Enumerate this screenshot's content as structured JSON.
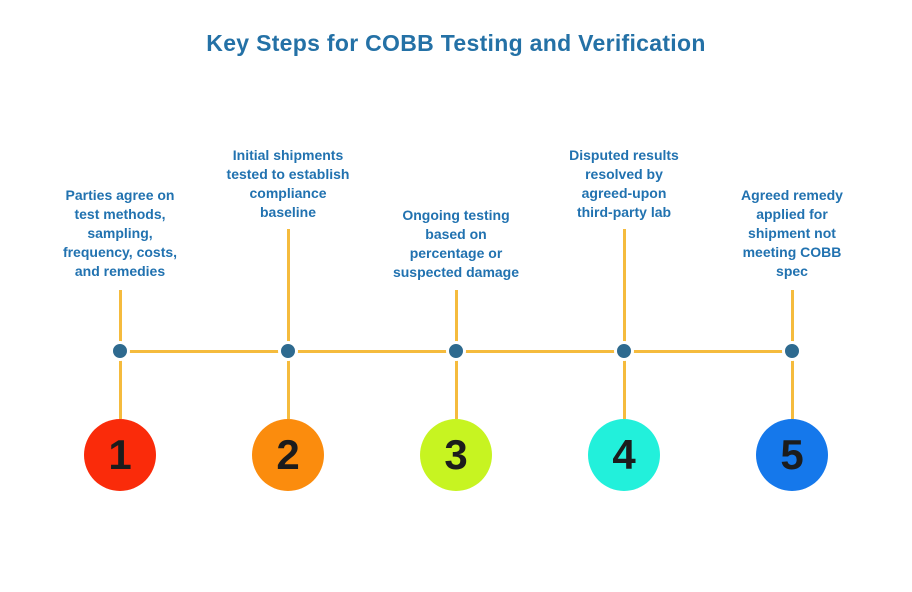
{
  "title": "Key Steps for COBB Testing and Verification",
  "colors": {
    "background": "#FFFFFF",
    "title_text": "#2471A6",
    "step_text": "#2172B0",
    "timeline_line": "#F5BB3D",
    "node_dot": "#2E6A8F",
    "number_text": "#1C1C1C"
  },
  "steps": [
    {
      "number": "1",
      "circle_color": "#FA2B0A",
      "label": "Parties agree on\ntest methods,\nsampling,\nfrequency, costs,\nand remedies"
    },
    {
      "number": "2",
      "circle_color": "#FB8C0D",
      "label": "Initial shipments\ntested to establish\ncompliance\nbaseline"
    },
    {
      "number": "3",
      "circle_color": "#C7F421",
      "label": "Ongoing testing\nbased on\npercentage or\nsuspected damage"
    },
    {
      "number": "4",
      "circle_color": "#22F0DB",
      "label": "Disputed results\nresolved by\nagreed-upon\nthird-party lab"
    },
    {
      "number": "5",
      "circle_color": "#1578EB",
      "label": "Agreed remedy\napplied for\nshipment not\nmeeting COBB\nspec"
    }
  ]
}
